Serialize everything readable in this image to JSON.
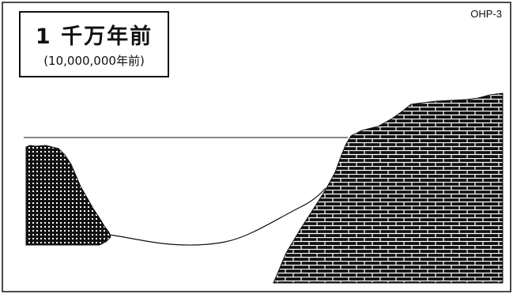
{
  "title": "1 千万年前",
  "subtitle": "(10,000,000年前)",
  "slide_label": "OHP-3",
  "colors": {
    "ink": "#111111",
    "paper": "#ffffff"
  }
}
